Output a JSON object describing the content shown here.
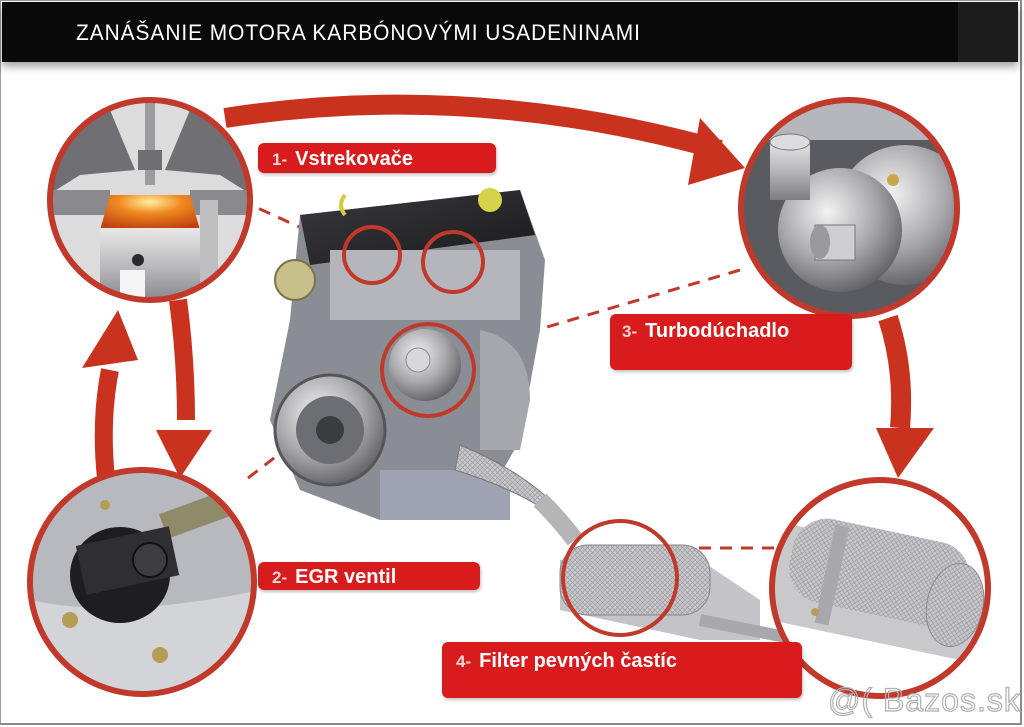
{
  "title": "ZANÁŠANIE MOTORA KARBÓNOVÝMI USADENINAMI",
  "labels": [
    {
      "number": "1-",
      "text": "Vstrekovače",
      "component": "injectors"
    },
    {
      "number": "2-",
      "text": "EGR ventil",
      "component": "egr-valve"
    },
    {
      "number": "3-",
      "text": "Turbodúchadlo",
      "component": "turbocharger"
    },
    {
      "number": "4-",
      "text": "Filter pevných častíc",
      "component": "particulate-filter"
    }
  ],
  "detail_views": [
    {
      "name": "injector-piston-detail",
      "label_ref": 1
    },
    {
      "name": "egr-valve-detail",
      "label_ref": 2
    },
    {
      "name": "turbocharger-detail",
      "label_ref": 3
    },
    {
      "name": "particulate-filter-detail",
      "label_ref": 4
    }
  ],
  "flow": [
    {
      "from": "injectors",
      "to": "turbocharger",
      "type": "arrow"
    },
    {
      "from": "turbocharger",
      "to": "particulate-filter",
      "type": "arrow"
    },
    {
      "from": "injectors",
      "to": "egr-valve",
      "type": "arrow"
    },
    {
      "from": "egr-valve",
      "to": "injectors",
      "type": "arrow"
    }
  ],
  "colors": {
    "accent_red": "#d81c1e",
    "arrow_red": "#c8321e",
    "circle_red": "#c0392b",
    "title_bg": "#0a0a0a"
  },
  "watermark": "@( Bazos.sk"
}
